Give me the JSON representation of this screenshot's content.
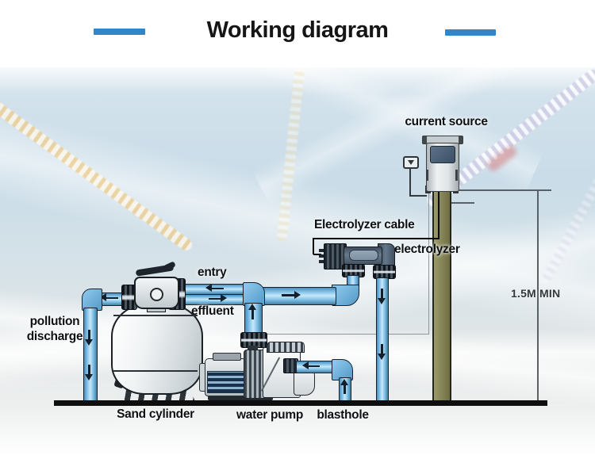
{
  "header": {
    "title": "Working diagram"
  },
  "labels": {
    "current_source": "current source",
    "electrolyzer_cable": "Electrolyzer cable",
    "electrolyzer": "electrolyzer",
    "entry": "entry",
    "effluent": "effluent",
    "pollution_line1": "pollution",
    "pollution_line2": "discharge",
    "sand_cylinder": "Sand cylinder",
    "water_pump": "water pump",
    "blasthole": "blasthole",
    "min_height": "1.5M MIN"
  },
  "colors": {
    "accent_blue": "#3286c8",
    "pipe_blue": "#7fc0e8",
    "electrolyzer_body": "#5b6c80",
    "control_screen": "#46597a",
    "pole_olive": "#8e8d5f",
    "ground_black": "#0e0e0e"
  }
}
